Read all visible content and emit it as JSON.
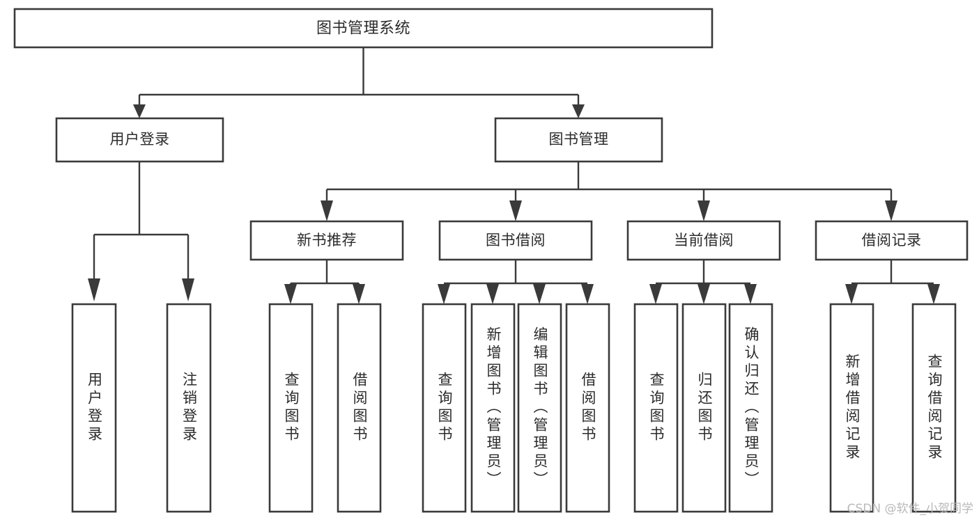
{
  "diagram": {
    "type": "tree",
    "title": "图书管理系统",
    "watermark": "CSDN @软件_小贺同学",
    "colors": {
      "background": "#ffffff",
      "box_fill": "#ffffff",
      "box_stroke": "#3a3a3a",
      "connector": "#3a3a3a",
      "text": "#2b2b2b",
      "watermark": "#b9b9b9"
    },
    "root": {
      "label": "图书管理系统"
    },
    "level2": [
      {
        "label": "用户登录"
      },
      {
        "label": "图书管理"
      }
    ],
    "level3": [
      {
        "label": "新书推荐"
      },
      {
        "label": "图书借阅"
      },
      {
        "label": "当前借阅"
      },
      {
        "label": "借阅记录"
      }
    ],
    "groups": [
      {
        "parent": "用户登录",
        "leaves": [
          {
            "label": "用户登录"
          },
          {
            "label": "注销登录"
          }
        ]
      },
      {
        "parent": "新书推荐",
        "leaves": [
          {
            "label": "查询图书"
          },
          {
            "label": "借阅图书"
          }
        ]
      },
      {
        "parent": "图书借阅",
        "leaves": [
          {
            "label": "查询图书"
          },
          {
            "label": "新增图书（管理员）"
          },
          {
            "label": "编辑图书（管理员）"
          },
          {
            "label": "借阅图书"
          }
        ]
      },
      {
        "parent": "当前借阅",
        "leaves": [
          {
            "label": "查询图书"
          },
          {
            "label": "归还图书"
          },
          {
            "label": "确认归还（管理员）"
          }
        ]
      },
      {
        "parent": "借阅记录",
        "leaves": [
          {
            "label": "新增借阅记录"
          },
          {
            "label": "查询借阅记录"
          }
        ]
      }
    ]
  }
}
